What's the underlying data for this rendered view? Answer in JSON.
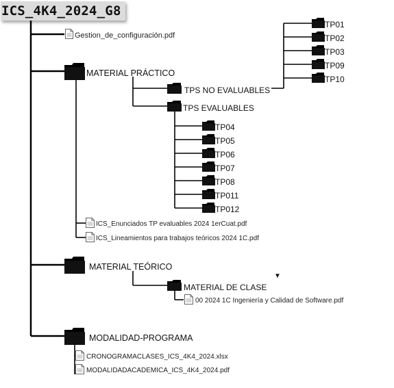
{
  "root": {
    "title": "ICS_4K4_2024_G8"
  },
  "top_file": {
    "name": "Gestion_de_configuración.pdf"
  },
  "material_practico": {
    "label": "MATERIAL PRÁCTICO",
    "tps_no_evaluables": {
      "label": "TPS NO EVALUABLES",
      "items": [
        "TP01",
        "TP02",
        "TP03",
        "TP09",
        "TP10"
      ]
    },
    "tps_evaluables": {
      "label": "TPS EVALUABLES",
      "items": [
        "TP04",
        "TP05",
        "TP06",
        "TP07",
        "TP08",
        "TP011",
        "TP012"
      ]
    },
    "files": [
      "ICS_Enunciados TP evaluables 2024 1erCuat.pdf",
      "ICS_Lineamientos para trabajos teóricos 2024 1C.pdf"
    ]
  },
  "material_teorico": {
    "label": "MATERIAL TEÓRICO",
    "material_de_clase": {
      "label": "MATERIAL DE CLASE",
      "files": [
        "00 2024 1C Ingeniería y Calidad de Software.pdf"
      ]
    }
  },
  "modalidad_programa": {
    "label": "MODALIDAD-PROGRAMA",
    "files": [
      "CRONOGRAMACLASES_ICS_4K4_2024.xlsx",
      "MODALIDADACADEMICA_ICS_4K4_2024.pdf"
    ]
  },
  "icons": {
    "folder": "folder-icon",
    "file": "document-icon",
    "dropdown": "chevron-down-icon"
  },
  "colors": {
    "folder": "#000000",
    "line": "#000000",
    "title_bg": "#dcdcdc"
  }
}
